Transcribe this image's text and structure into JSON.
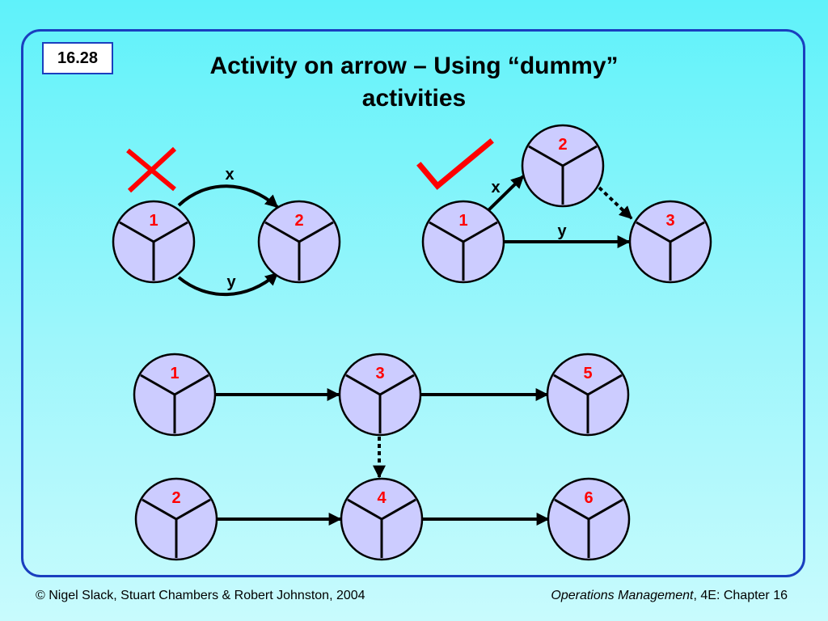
{
  "slide": {
    "number": "16.28",
    "title_line1": "Activity on arrow – Using “dummy”",
    "title_line2": "activities"
  },
  "colors": {
    "background": "#7ef4fb",
    "frame": "#1a3fbf",
    "node_fill": "#ccccff",
    "node_label": "#ff0000",
    "wrong_mark": "#ff0000",
    "correct_mark": "#ff0000"
  },
  "icons": {
    "wrong": "cross-mark-icon",
    "correct": "check-mark-icon"
  },
  "wrong_network": {
    "nodes": [
      "1",
      "2"
    ],
    "edges": [
      {
        "from": "1",
        "to": "2",
        "label": "x",
        "style": "solid"
      },
      {
        "from": "1",
        "to": "2",
        "label": "y",
        "style": "solid"
      }
    ]
  },
  "correct_network": {
    "nodes": [
      "1",
      "2",
      "3"
    ],
    "edges": [
      {
        "from": "1",
        "to": "2",
        "label": "x",
        "style": "solid"
      },
      {
        "from": "1",
        "to": "3",
        "label": "y",
        "style": "solid"
      },
      {
        "from": "2",
        "to": "3",
        "label": "",
        "style": "dummy"
      }
    ]
  },
  "lower_network": {
    "nodes": [
      "1",
      "3",
      "5",
      "2",
      "4",
      "6"
    ],
    "edges": [
      {
        "from": "1",
        "to": "3",
        "style": "solid"
      },
      {
        "from": "3",
        "to": "5",
        "style": "solid"
      },
      {
        "from": "2",
        "to": "4",
        "style": "solid"
      },
      {
        "from": "4",
        "to": "6",
        "style": "solid"
      },
      {
        "from": "3",
        "to": "4",
        "style": "dummy"
      }
    ]
  },
  "footer": {
    "copyright": "© Nigel Slack, Stuart Chambers & Robert Johnston, 2004",
    "book_title": "Operations Management",
    "edition": ", 4E: Chapter 16"
  }
}
